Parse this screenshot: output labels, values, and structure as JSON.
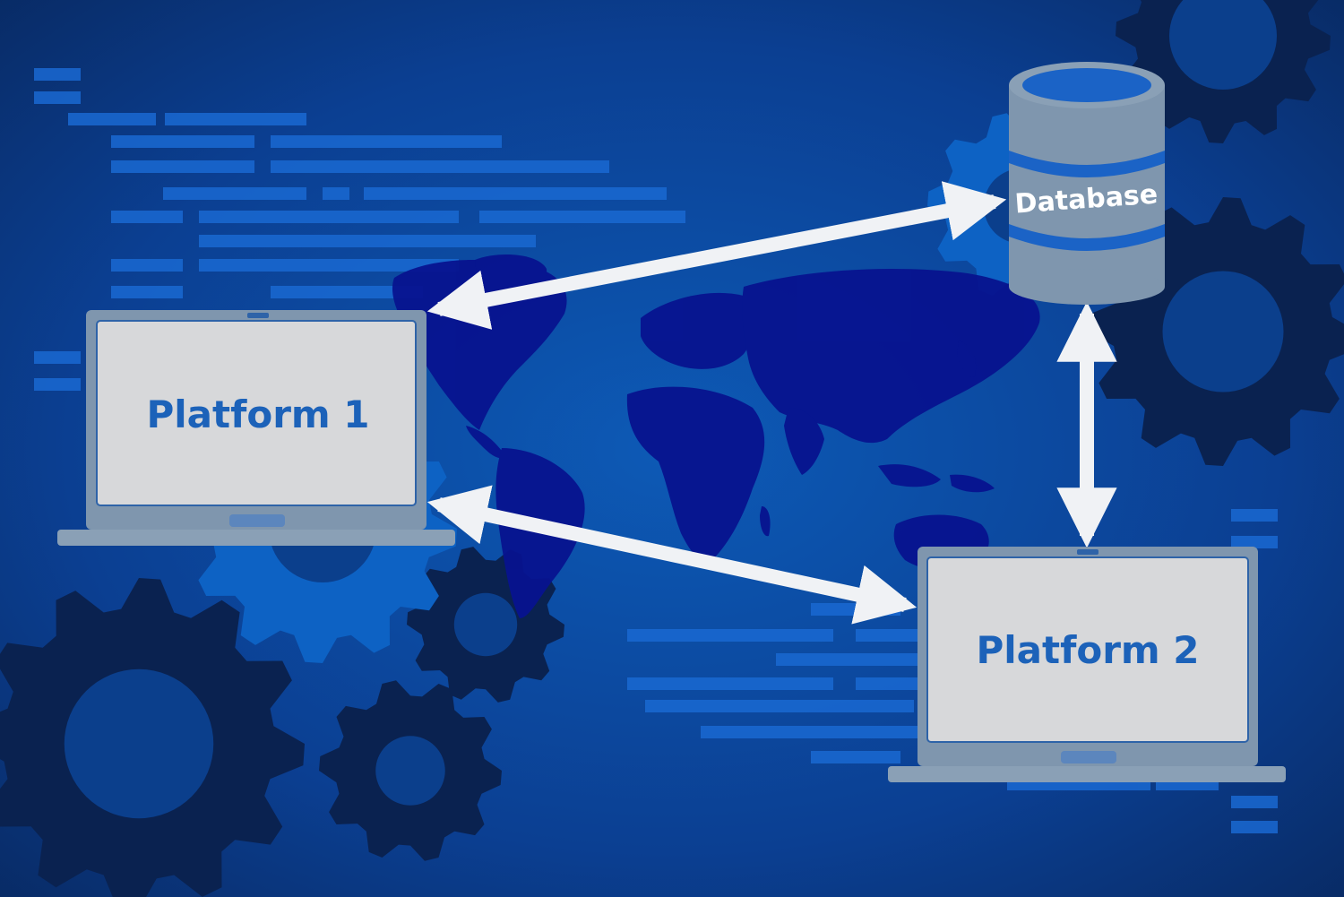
{
  "labels": {
    "platform1": "Platform 1",
    "platform2": "Platform 2",
    "database": "Database"
  },
  "nodes": [
    {
      "id": "platform1",
      "type": "laptop",
      "label_ref": "platform1"
    },
    {
      "id": "platform2",
      "type": "laptop",
      "label_ref": "platform2"
    },
    {
      "id": "database",
      "type": "database-cylinder",
      "label_ref": "database"
    }
  ],
  "edges": [
    {
      "from": "platform1",
      "to": "database",
      "direction": "bidirectional"
    },
    {
      "from": "platform1",
      "to": "platform2",
      "direction": "bidirectional"
    },
    {
      "from": "database",
      "to": "platform2",
      "direction": "bidirectional"
    }
  ],
  "colors": {
    "background": "#0a3a8a",
    "map": "#07138f",
    "gear_dark": "#0a2250",
    "gear_bright": "#0d62c4",
    "code_bars": "#1a69d2",
    "laptop_body": "#7f96ae",
    "laptop_screen": "#d7d8da",
    "label_text": "#1c62b9",
    "db_body": "#7f96ae",
    "db_band": "#1b63c6",
    "arrow": "#f0f2f5"
  },
  "icons": [
    "laptop-icon",
    "database-icon",
    "gear-icon",
    "world-map"
  ]
}
